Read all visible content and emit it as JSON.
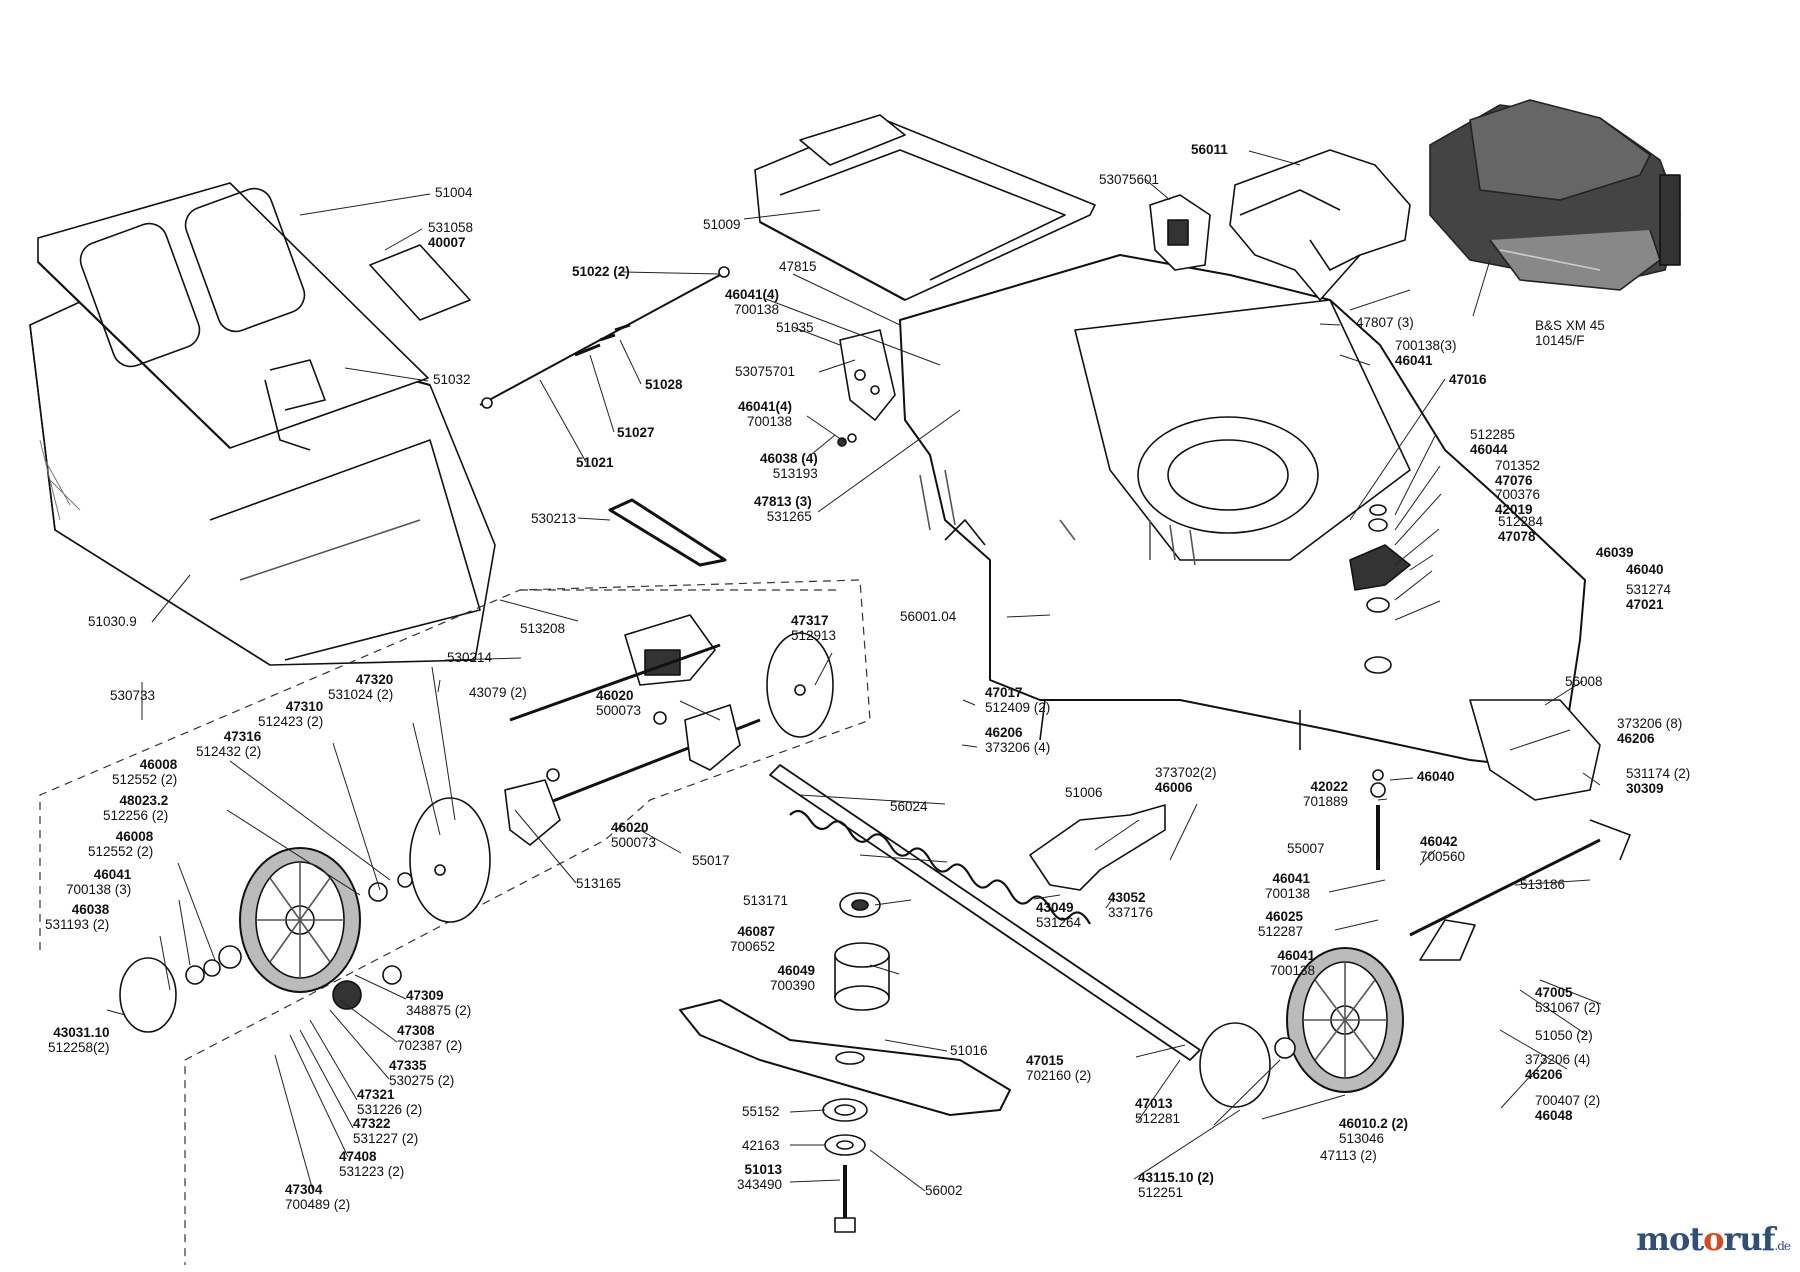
{
  "brand": {
    "part1": "mot",
    "part2": "o",
    "part3": "ruf",
    "suffix": ".de"
  },
  "engine": {
    "line1": "B&S XM 45",
    "line2": "10145/F"
  },
  "labels": [
    {
      "l1": "51004"
    },
    {
      "l1": "531058",
      "l2": "40007"
    },
    {
      "l1": "51032"
    },
    {
      "l1": "51030.9"
    },
    {
      "l1": "51022 (2)"
    },
    {
      "l1": "51009"
    },
    {
      "l1": "47815"
    },
    {
      "l1": "46041(4)",
      "l2": "700138"
    },
    {
      "l1": "51035"
    },
    {
      "l1": "53075701"
    },
    {
      "l1": "46041(4)",
      "l2": "700138"
    },
    {
      "l1": "46038 (4)",
      "l2": "513193"
    },
    {
      "l1": "47813 (3)",
      "l2": "531265"
    },
    {
      "l1": "51028"
    },
    {
      "l1": "51027"
    },
    {
      "l1": "51021"
    },
    {
      "l1": "530213"
    },
    {
      "l1": "513208"
    },
    {
      "l1": "530214"
    },
    {
      "l1": "43079 (2)"
    },
    {
      "l1": "530733"
    },
    {
      "l1": "47320",
      "l2": "531024 (2)"
    },
    {
      "l1": "47310",
      "l2": "512423 (2)"
    },
    {
      "l1": "47316",
      "l2": "512432 (2)"
    },
    {
      "l1": "46008",
      "l2": "512552 (2)"
    },
    {
      "l1": "48023.2",
      "l2": "512256 (2)"
    },
    {
      "l1": "46008",
      "l2": "512552 (2)"
    },
    {
      "l1": "46041",
      "l2": "700138 (3)"
    },
    {
      "l1": "46038",
      "l2": "531193 (2)"
    },
    {
      "l1": "43031.10",
      "l2": "512258(2)"
    },
    {
      "l1": "47317",
      "l2": "512913"
    },
    {
      "l1": "46020",
      "l2": "500073"
    },
    {
      "l1": "46020",
      "l2": "500073"
    },
    {
      "l1": "513165"
    },
    {
      "l1": "47309",
      "l2": "348875 (2)"
    },
    {
      "l1": "47308",
      "l2": "702387 (2)"
    },
    {
      "l1": "47335",
      "l2": "530275 (2)"
    },
    {
      "l1": "47321",
      "l2": "531226 (2)"
    },
    {
      "l1": "47322",
      "l2": "531227 (2)"
    },
    {
      "l1": "47408",
      "l2": "531223 (2)"
    },
    {
      "l1": "47304",
      "l2": "700489 (2)"
    },
    {
      "l1": "56011"
    },
    {
      "l1": "53075601"
    },
    {
      "l1": "47807 (3)"
    },
    {
      "l1": "700138(3)",
      "l2": "46041"
    },
    {
      "l1": "47016"
    },
    {
      "l1": "512285",
      "l2": "46044"
    },
    {
      "l1": "701352",
      "l2": "47076"
    },
    {
      "l1": "700376",
      "l2": "42019"
    },
    {
      "l1": "512284",
      "l2": "47078"
    },
    {
      "l1": "46039"
    },
    {
      "l1": "46040"
    },
    {
      "l1": "531274",
      "l2": "47021"
    },
    {
      "l1": "56001.04"
    },
    {
      "l1": "47017",
      "l2": "512409 (2)"
    },
    {
      "l1": "46206",
      "l2": "373206 (4)"
    },
    {
      "l1": "56008"
    },
    {
      "l1": "373206 (8)",
      "l2": "46206"
    },
    {
      "l1": "531174 (2)",
      "l2": "30309"
    },
    {
      "l1": "46040"
    },
    {
      "l1": "42022",
      "l2": "701889"
    },
    {
      "l1": "373702(2)",
      "l2": "46006"
    },
    {
      "l1": "51006"
    },
    {
      "l1": "56024"
    },
    {
      "l1": "55017"
    },
    {
      "l1": "55007"
    },
    {
      "l1": "46042",
      "l2": "700560"
    },
    {
      "l1": "46041",
      "l2": "700138"
    },
    {
      "l1": "46025",
      "l2": "512287"
    },
    {
      "l1": "46041",
      "l2": "700138"
    },
    {
      "l1": "513186"
    },
    {
      "l1": "43049",
      "l2": "531264"
    },
    {
      "l1": "43052",
      "l2": "337176"
    },
    {
      "l1": "513171"
    },
    {
      "l1": "46087",
      "l2": "700652"
    },
    {
      "l1": "46049",
      "l2": "700390"
    },
    {
      "l1": "51016"
    },
    {
      "l1": "47005",
      "l2": "531067 (2)"
    },
    {
      "l1": "51050 (2)"
    },
    {
      "l1": "373206 (4)",
      "l2": "46206"
    },
    {
      "l1": "700407 (2)",
      "l2": "46048"
    },
    {
      "l1": "47015",
      "l2": "702160 (2)"
    },
    {
      "l1": "47013",
      "l2": "512281"
    },
    {
      "l1": "46010.2 (2)",
      "l2": "513046"
    },
    {
      "l1": "47113 (2)"
    },
    {
      "l1": "43115.10 (2)",
      "l2": "512251"
    },
    {
      "l1": "55152"
    },
    {
      "l1": "42163"
    },
    {
      "l1": "51013",
      "l2": "343490"
    },
    {
      "l1": "56002"
    }
  ]
}
